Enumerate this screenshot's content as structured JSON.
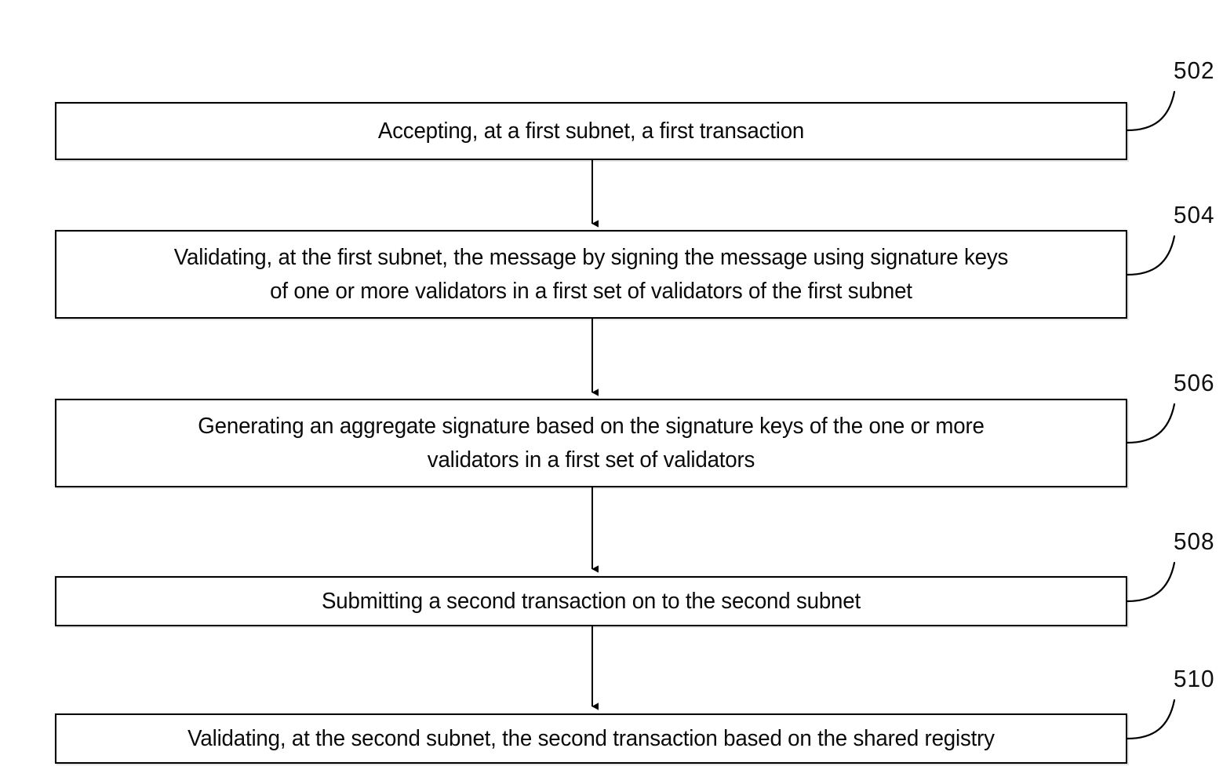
{
  "figure": {
    "type": "patent-flowchart",
    "orientation": "vertical",
    "background_color": "#ffffff",
    "line_color": "#000000",
    "text_color": "#0a0a0a"
  },
  "steps": [
    {
      "ref": "502",
      "text": "Accepting, at a first subnet, a first transaction"
    },
    {
      "ref": "504",
      "text": "Validating, at the first subnet, the message by signing the message using signature keys\nof one or more validators in a first set of validators of the first subnet"
    },
    {
      "ref": "506",
      "text": "Generating an aggregate signature based on the signature keys of the one or more\nvalidators in a first set of validators"
    },
    {
      "ref": "508",
      "text": "Submitting a second transaction on to the second subnet"
    },
    {
      "ref": "510",
      "text": "Validating, at the second subnet, the second transaction based on the shared registry"
    }
  ],
  "connectors": [
    {
      "from": "502",
      "to": "504",
      "style": "arrow-down"
    },
    {
      "from": "504",
      "to": "506",
      "style": "arrow-down"
    },
    {
      "from": "506",
      "to": "508",
      "style": "arrow-down"
    },
    {
      "from": "508",
      "to": "510",
      "style": "arrow-down"
    }
  ]
}
